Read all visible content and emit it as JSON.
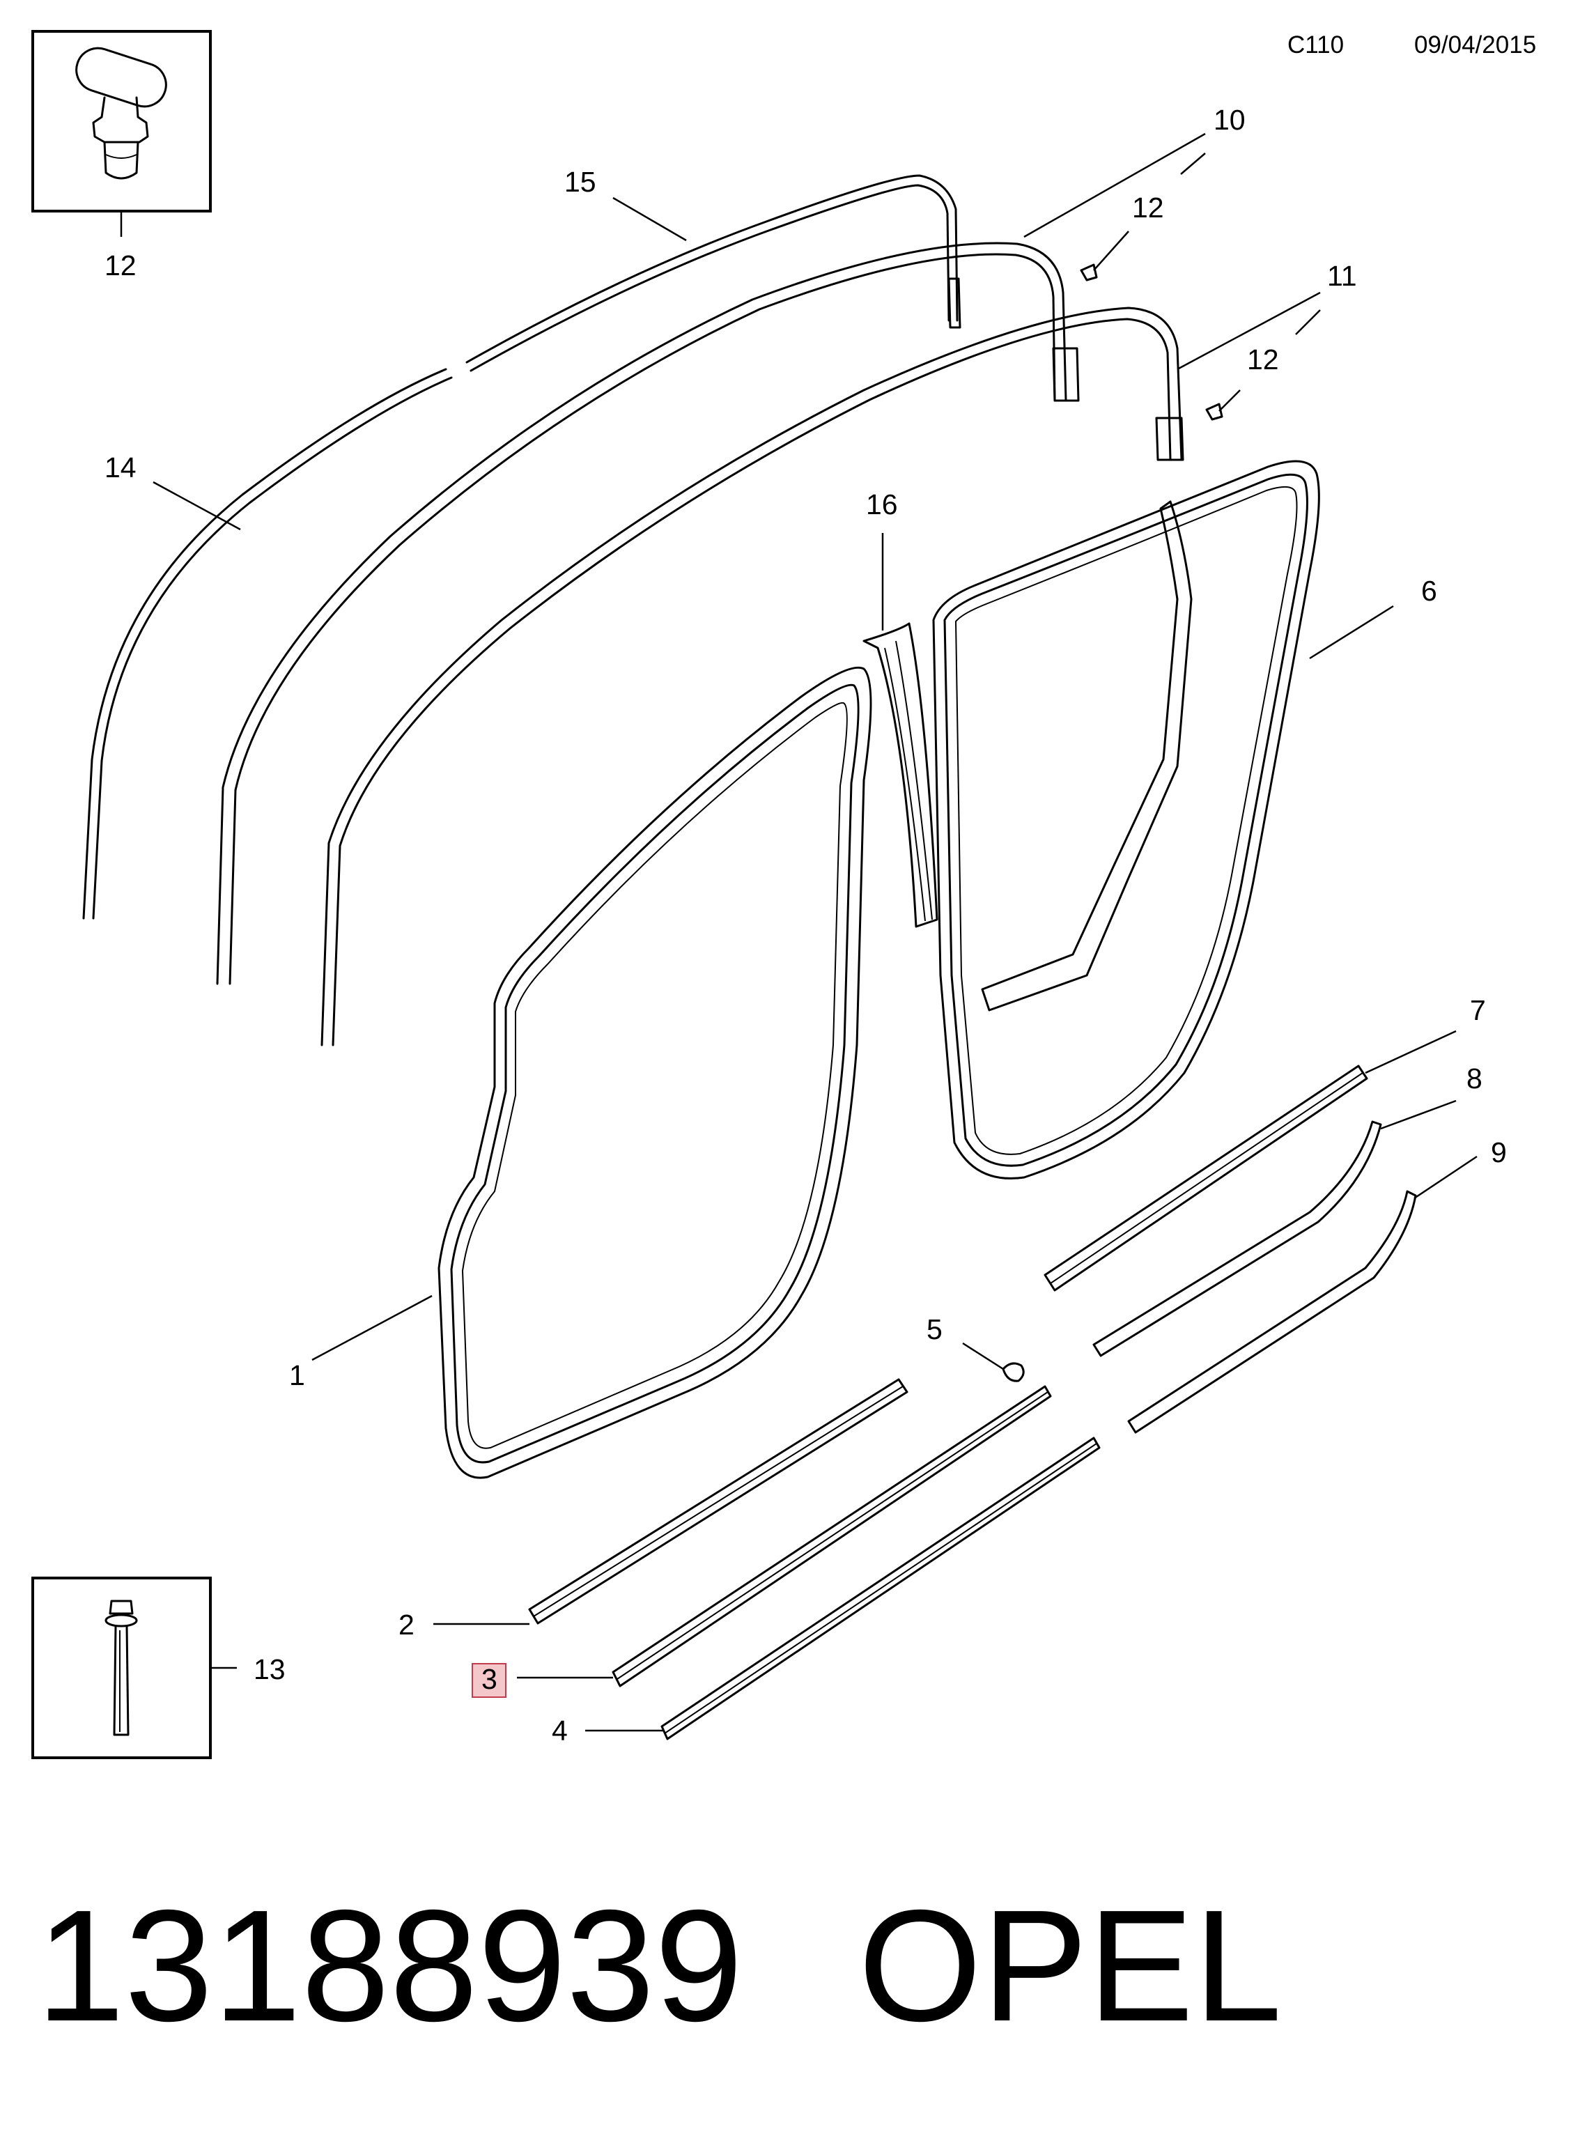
{
  "header": {
    "model_code": "C110",
    "date": "09/04/2015"
  },
  "footer": {
    "part_number": "13188939",
    "brand": "OPEL"
  },
  "highlight_color": "#f4c7cb",
  "callouts": [
    {
      "id": "c1",
      "label": "1"
    },
    {
      "id": "c2",
      "label": "2"
    },
    {
      "id": "c3",
      "label": "3",
      "highlighted": true
    },
    {
      "id": "c4",
      "label": "4"
    },
    {
      "id": "c5",
      "label": "5"
    },
    {
      "id": "c6",
      "label": "6"
    },
    {
      "id": "c7",
      "label": "7"
    },
    {
      "id": "c8",
      "label": "8"
    },
    {
      "id": "c9",
      "label": "9"
    },
    {
      "id": "c10",
      "label": "10"
    },
    {
      "id": "c11",
      "label": "11"
    },
    {
      "id": "c12a",
      "label": "12"
    },
    {
      "id": "c12b",
      "label": "12"
    },
    {
      "id": "c12c",
      "label": "12"
    },
    {
      "id": "c13",
      "label": "13"
    },
    {
      "id": "c14",
      "label": "14"
    },
    {
      "id": "c15",
      "label": "15"
    },
    {
      "id": "c16",
      "label": "16"
    }
  ]
}
